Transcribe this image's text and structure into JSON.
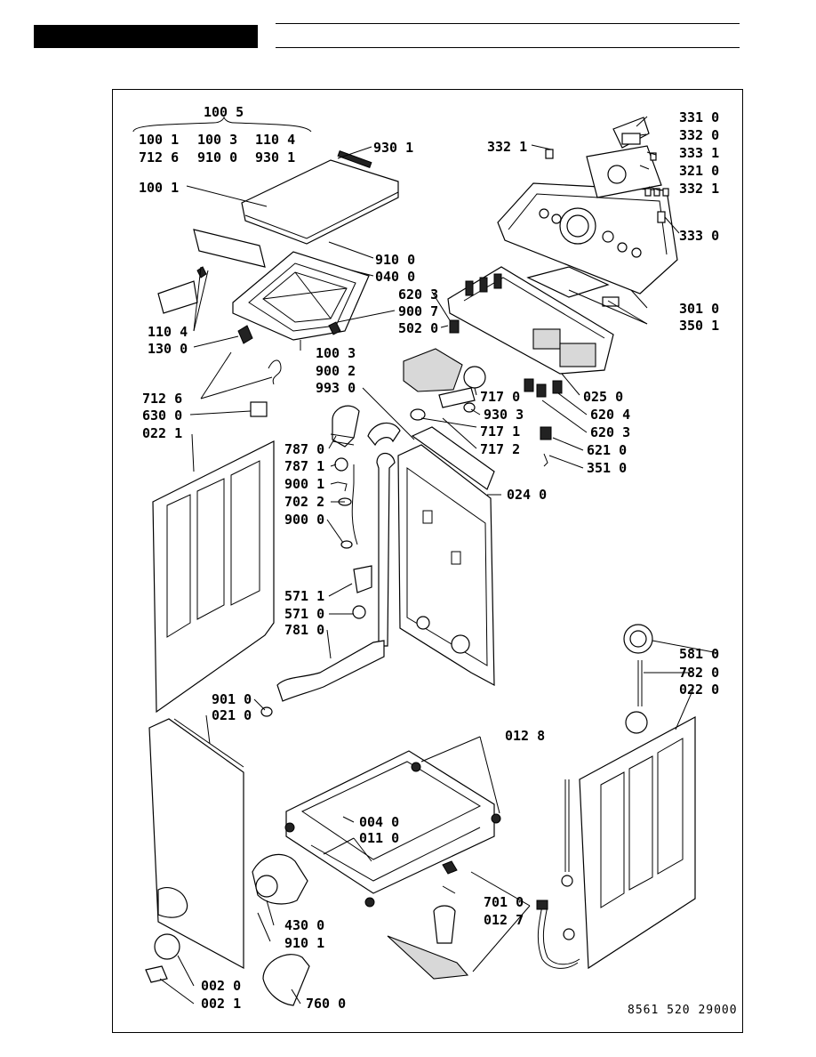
{
  "callouts": [
    {
      "id": "c1005",
      "text": "100 5"
    },
    {
      "id": "cg1",
      "text": "100 1"
    },
    {
      "id": "cg2",
      "text": "100 3"
    },
    {
      "id": "cg3",
      "text": "110 4"
    },
    {
      "id": "cg4",
      "text": "712 6"
    },
    {
      "id": "cg5",
      "text": "910 0"
    },
    {
      "id": "cg6",
      "text": "930 1"
    },
    {
      "id": "c9301",
      "text": "930 1"
    },
    {
      "id": "c3321a",
      "text": "332 1"
    },
    {
      "id": "c3310",
      "text": "331 0"
    },
    {
      "id": "c3320",
      "text": "332 0"
    },
    {
      "id": "c3331",
      "text": "333 1"
    },
    {
      "id": "c3210",
      "text": "321 0"
    },
    {
      "id": "c3321b",
      "text": "332 1"
    },
    {
      "id": "c3330",
      "text": "333 0"
    },
    {
      "id": "c1001",
      "text": "100 1"
    },
    {
      "id": "c9100",
      "text": "910 0"
    },
    {
      "id": "c0400",
      "text": "040 0"
    },
    {
      "id": "c6203a",
      "text": "620 3"
    },
    {
      "id": "c9007",
      "text": "900 7"
    },
    {
      "id": "c5020",
      "text": "502 0"
    },
    {
      "id": "c3010",
      "text": "301 0"
    },
    {
      "id": "c3501",
      "text": "350 1"
    },
    {
      "id": "c1104",
      "text": "110 4"
    },
    {
      "id": "c1300",
      "text": "130 0"
    },
    {
      "id": "c1003",
      "text": "100 3"
    },
    {
      "id": "c9002",
      "text": "900 2"
    },
    {
      "id": "c9930",
      "text": "993 0"
    },
    {
      "id": "c7126",
      "text": "712 6"
    },
    {
      "id": "c6300",
      "text": "630 0"
    },
    {
      "id": "c0221",
      "text": "022 1"
    },
    {
      "id": "c7170",
      "text": "717 0"
    },
    {
      "id": "c0250",
      "text": "025 0"
    },
    {
      "id": "c9303",
      "text": "930 3"
    },
    {
      "id": "c6204",
      "text": "620 4"
    },
    {
      "id": "c7171",
      "text": "717 1"
    },
    {
      "id": "c6203b",
      "text": "620 3"
    },
    {
      "id": "c7172",
      "text": "717 2"
    },
    {
      "id": "c6210",
      "text": "621 0"
    },
    {
      "id": "c3510",
      "text": "351 0"
    },
    {
      "id": "c7870",
      "text": "787 0"
    },
    {
      "id": "c7871",
      "text": "787 1"
    },
    {
      "id": "c9001",
      "text": "900 1"
    },
    {
      "id": "c7022",
      "text": "702 2"
    },
    {
      "id": "c9000",
      "text": "900 0"
    },
    {
      "id": "c0240",
      "text": "024 0"
    },
    {
      "id": "c5711",
      "text": "571 1"
    },
    {
      "id": "c5710",
      "text": "571 0"
    },
    {
      "id": "c7810",
      "text": "781 0"
    },
    {
      "id": "c5810",
      "text": "581 0"
    },
    {
      "id": "c7820",
      "text": "782 0"
    },
    {
      "id": "c0220",
      "text": "022 0"
    },
    {
      "id": "c9010",
      "text": "901 0"
    },
    {
      "id": "c0210",
      "text": "021 0"
    },
    {
      "id": "c0128",
      "text": "012 8"
    },
    {
      "id": "c0040",
      "text": "004 0"
    },
    {
      "id": "c0110",
      "text": "011 0"
    },
    {
      "id": "c7010",
      "text": "701 0"
    },
    {
      "id": "c0127",
      "text": "012 7"
    },
    {
      "id": "c4300",
      "text": "430 0"
    },
    {
      "id": "c9101",
      "text": "910 1"
    },
    {
      "id": "c0020",
      "text": "002 0"
    },
    {
      "id": "c0021",
      "text": "002 1"
    },
    {
      "id": "c7600",
      "text": "760 0"
    }
  ],
  "drawing_code": "8561 520 29000"
}
